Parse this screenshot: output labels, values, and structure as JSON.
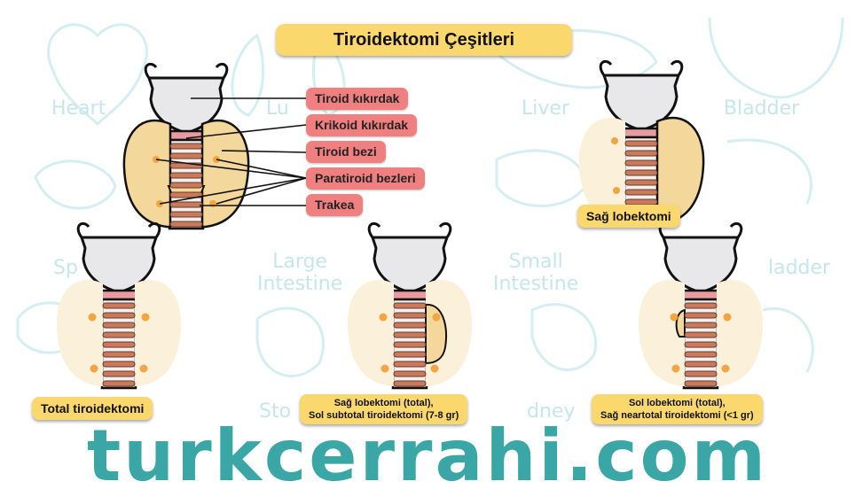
{
  "title": "Tiroidektomi Çeşitleri",
  "labels": {
    "tiroid_kikirdak": "Tiroid kıkırdak",
    "krikoid_kikirdak": "Krikoid kıkırdak",
    "tiroid_bezi": "Tiroid bezi",
    "paratiroid_bezleri": "Paratiroid bezleri",
    "trakea": "Trakea"
  },
  "captions": {
    "sag_lobektomi": "Sağ lobektomi",
    "total": "Total tiroidektomi",
    "sag_subtotal_1": "Sağ lobektomi (total),",
    "sag_subtotal_2": "Sol subtotal tiroidektomi (7-8 gr)",
    "sol_neartotal_1": "Sol lobektomi (total),",
    "sol_neartotal_2": "Sağ neartotal tiroidektomi (<1 gr)"
  },
  "watermark_labels": {
    "heart": "Heart",
    "lung": "Lu",
    "liver": "Liver",
    "bladder": "Bladder",
    "spleen": "Sp",
    "large_intestine": "Large\nIntestine",
    "small_intestine": "Small\nIntestine",
    "gallbladder": "ladder",
    "stomach": "Sto",
    "kidney": "dney"
  },
  "brand": "turkcerrahi.com",
  "colors": {
    "pill": "#f08080",
    "caption": "#fbd86e",
    "gland": "#f4d79a",
    "gland_faded": "#fbf0da",
    "parathyroid": "#f2a541",
    "brand": "#3aa6a6",
    "watermark": "#c7e6ea"
  }
}
